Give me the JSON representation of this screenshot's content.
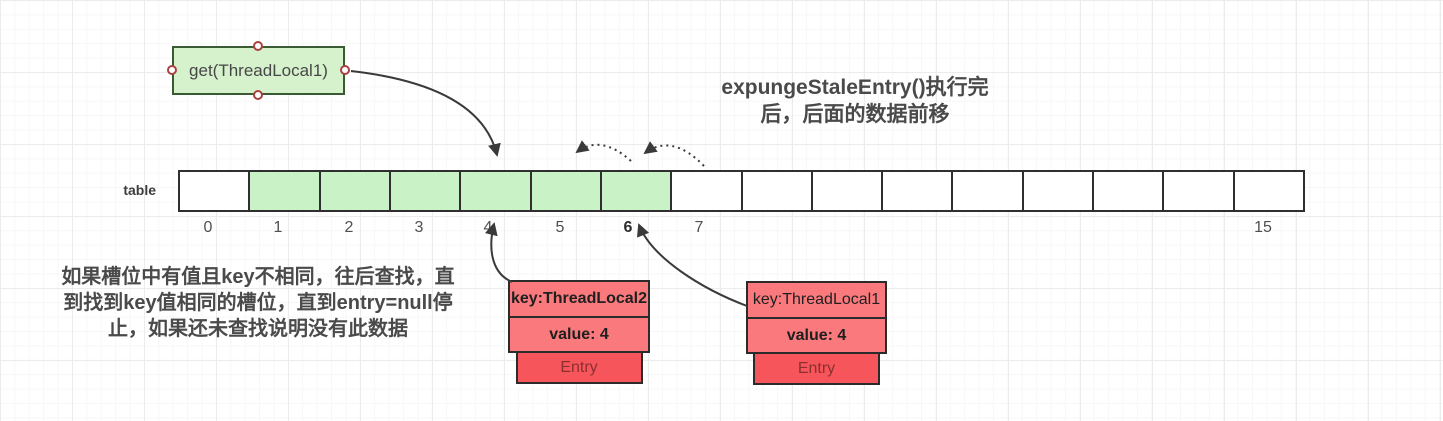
{
  "get_box": {
    "label": "get(ThreadLocal1)"
  },
  "title": {
    "line1": "expungeStaleEntry()执行完",
    "line2": "后，后面的数据前移"
  },
  "table": {
    "label": "table",
    "cell_count": 16,
    "green_cells": [
      1,
      2,
      3,
      4,
      5,
      6
    ],
    "indices": [
      {
        "label": "0",
        "bold": false
      },
      {
        "label": "1",
        "bold": false
      },
      {
        "label": "2",
        "bold": false
      },
      {
        "label": "3",
        "bold": false
      },
      {
        "label": "4",
        "bold": false
      },
      {
        "label": "5",
        "bold": false
      },
      {
        "label": "6",
        "bold": true
      },
      {
        "label": "7",
        "bold": false
      },
      {
        "label": "15",
        "bold": false
      }
    ]
  },
  "note": {
    "line1": "如果槽位中有值且key不相同，往后查找，直",
    "line2": "到找到key值相同的槽位，直到entry=null停",
    "line3": "止，如果还未查找说明没有此数据"
  },
  "entry_boxes": [
    {
      "key": "key:ThreadLocal2",
      "value": "value: 4",
      "tag": "Entry",
      "arrow_target_index": "4"
    },
    {
      "key": "key:ThreadLocal1",
      "value": "value: 4",
      "tag": "Entry",
      "arrow_target_index": "6"
    }
  ],
  "colors": {
    "slot_green": "#c9f3c6",
    "box_green": "#d5f2cc",
    "entry_pink": "#f9797c",
    "entry_red": "#f6555b",
    "handle_ring": "#a8423f",
    "arrow": "#3a3a3a",
    "text": "#4a4a4a"
  }
}
